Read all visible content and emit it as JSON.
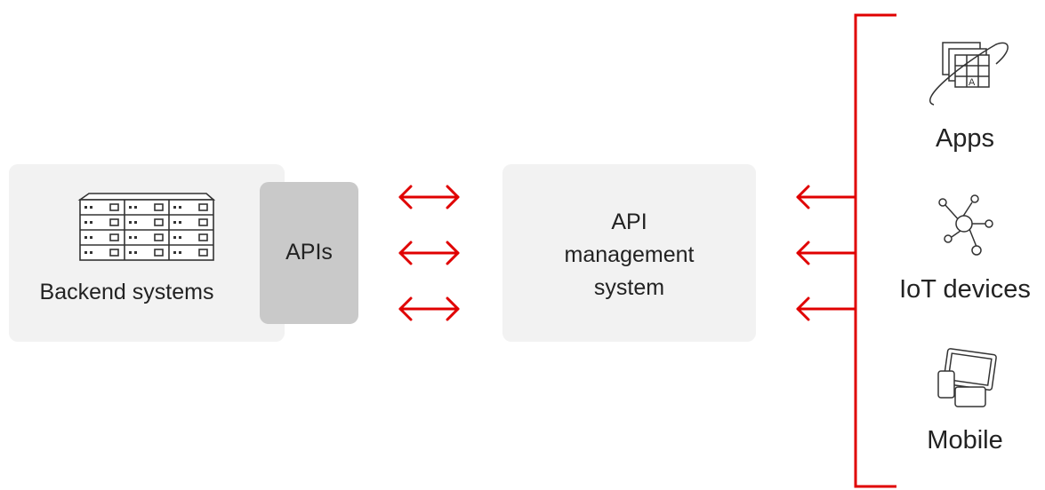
{
  "backend": {
    "label": "Backend systems",
    "icon": "server-rack-icon"
  },
  "apis": {
    "label": "APIs"
  },
  "management": {
    "line1": "API",
    "line2": "management",
    "line3": "system"
  },
  "consumers": [
    {
      "label": "Apps",
      "icon": "apps-icon"
    },
    {
      "label": "IoT devices",
      "icon": "iot-network-icon"
    },
    {
      "label": "Mobile",
      "icon": "mobile-devices-icon"
    }
  ],
  "colors": {
    "accent": "#e00000",
    "box": "#f2f2f2",
    "apis_box": "#c9c9c9",
    "text": "#222222"
  }
}
